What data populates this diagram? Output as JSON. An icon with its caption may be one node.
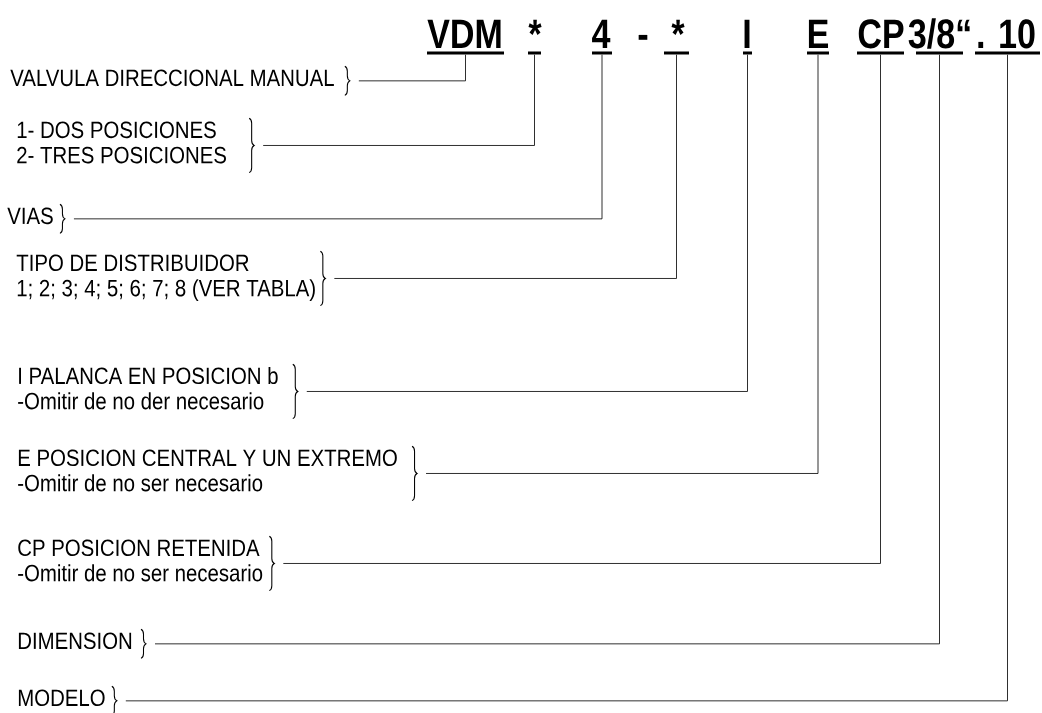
{
  "diagram": {
    "nodes": [
      {
        "text": [
          "VDM"
        ]
      },
      {
        "text": [
          "*"
        ]
      },
      {
        "text": [
          "4"
        ]
      },
      {
        "text": [
          "*"
        ]
      },
      {
        "text": [
          "I"
        ]
      },
      {
        "text": [
          "E"
        ]
      },
      {
        "text": [
          "CP"
        ]
      },
      {
        "text": [
          "3/8“"
        ]
      },
      {
        "text": [
          ". 10"
        ]
      },
      {
        "text": [
          "VALVULA DIRECCIONAL MANUAL"
        ]
      },
      {
        "text": [
          "1- DOS POSICIONES",
          "2- TRES POSICIONES"
        ]
      },
      {
        "text": [
          "VIAS"
        ]
      },
      {
        "text": [
          "TIPO DE DISTRIBUIDOR",
          "1; 2; 3; 4; 5; 6; 7; 8 (VER TABLA)"
        ]
      },
      {
        "text": [
          "I  PALANCA EN POSICION b",
          "-Omitir de no der necesario"
        ]
      },
      {
        "text": [
          "E  POSICION CENTRAL Y UN EXTREMO",
          "-Omitir de no ser necesario"
        ]
      },
      {
        "text": [
          "CP  POSICION RETENIDA",
          "-Omitir de no ser necesario"
        ]
      },
      {
        "text": [
          "DIMENSION"
        ]
      },
      {
        "text": [
          "MODELO"
        ]
      }
    ],
    "edges": [
      {
        "from": 9,
        "to": 0,
        "arrow": "none"
      },
      {
        "from": 10,
        "to": 1,
        "arrow": "none"
      },
      {
        "from": 11,
        "to": 2,
        "arrow": "none"
      },
      {
        "from": 12,
        "to": 3,
        "arrow": "none"
      },
      {
        "from": 13,
        "to": 4,
        "arrow": "none"
      },
      {
        "from": 14,
        "to": 5,
        "arrow": "none"
      },
      {
        "from": 15,
        "to": 6,
        "arrow": "none"
      },
      {
        "from": 16,
        "to": 7,
        "arrow": "none"
      },
      {
        "from": 17,
        "to": 8,
        "arrow": "none"
      }
    ],
    "labels": [
      "-"
    ]
  }
}
